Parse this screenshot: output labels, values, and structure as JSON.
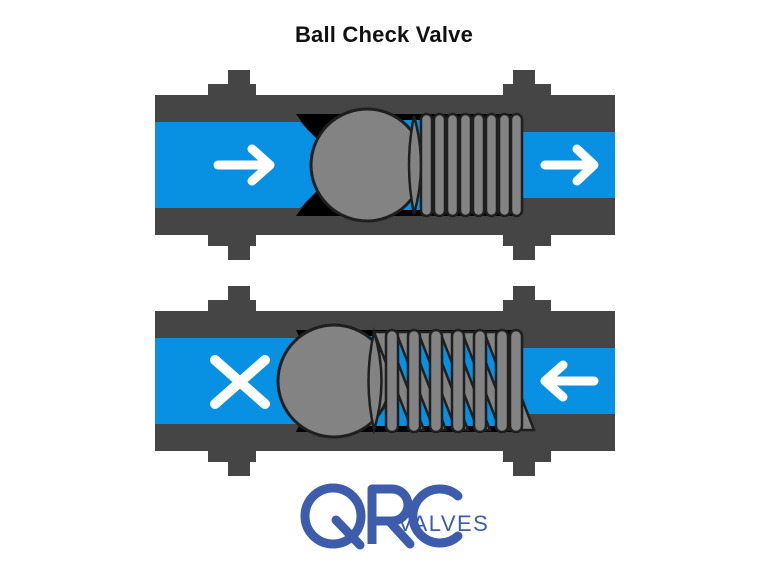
{
  "page": {
    "title": "Ball Check Valve",
    "background_color": "#ffffff"
  },
  "colors": {
    "body_dark": "#454545",
    "fluid_blue": "#0890e3",
    "metal_gray": "#838383",
    "chamber_black": "#000000",
    "symbol_white": "#ffffff",
    "logo_blue": "#3d5cab",
    "outline_dark": "#1f1f1f"
  },
  "diagrams": [
    {
      "id": "valve-open",
      "state_label": "open",
      "description": "Ball check valve in open position, forward flow",
      "flow_direction": "right",
      "inlet_symbol": "arrow-right",
      "outlet_symbol": "arrow-right",
      "ball_position": "unseated-right",
      "spring_state": "compressed",
      "spring_coils": 9
    },
    {
      "id": "valve-closed",
      "state_label": "closed",
      "description": "Ball check valve in closed position, reverse flow blocked",
      "flow_direction": "left",
      "inlet_symbol": "cross-blocked",
      "outlet_symbol": "arrow-left",
      "ball_position": "seated-left",
      "spring_state": "extended",
      "spring_coils": 8
    }
  ],
  "logo": {
    "mark_text": "QRC",
    "sub_text": "VALVES",
    "color": "#3d5cab"
  }
}
